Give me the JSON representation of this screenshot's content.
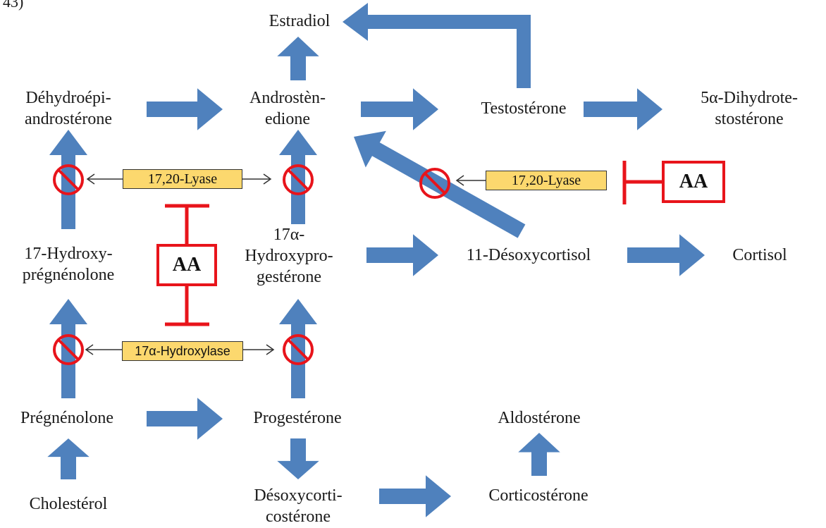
{
  "partial_top_text": "43)",
  "compounds": {
    "estradiol": [
      "Estradiol"
    ],
    "dhea": [
      "Déhydroépi-",
      "androstérone"
    ],
    "androstenedione": [
      "Androstèn-",
      "edione"
    ],
    "testosterone": [
      "Testostérone"
    ],
    "dht": [
      "5α-Dihydrote-",
      "stostérone"
    ],
    "hydroxypregnenolone": [
      "17-Hydroxy-",
      "prégnénolone"
    ],
    "hydroxyprogesterone": [
      "17α-",
      "Hydroxypro-",
      "gestérone"
    ],
    "desoxycortisol": [
      "11-Désoxycortisol"
    ],
    "cortisol": [
      "Cortisol"
    ],
    "pregnenolone": [
      "Prégnénolone"
    ],
    "progesterone": [
      "Progestérone"
    ],
    "aldosterone": [
      "Aldostérone"
    ],
    "cholesterol": [
      "Cholestérol"
    ],
    "desoxycorticosterone": [
      "Désoxycorti-",
      "costérone"
    ],
    "corticosterone": [
      "Corticostérone"
    ]
  },
  "enzymes": {
    "lyase_left": "17,20-Lyase",
    "lyase_right": "17,20-Lyase",
    "hydroxylase": "17α-Hydroxylase"
  },
  "inhibitors": {
    "aa_center": "AA",
    "aa_right": "AA"
  },
  "colors": {
    "arrow": "#4f81bd",
    "inhibit": "#e8141b",
    "enzyme_box": "#fcd86e"
  }
}
